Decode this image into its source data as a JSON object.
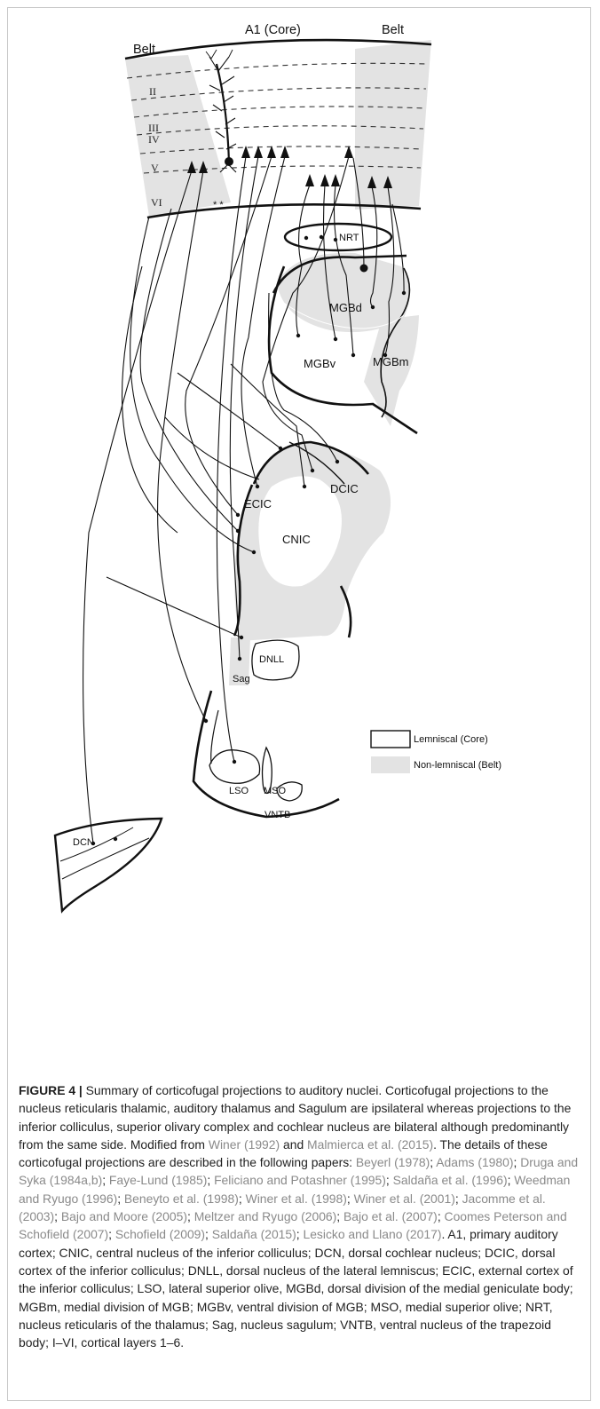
{
  "figure": {
    "labels": {
      "a1_core": "A1 (Core)",
      "belt_left": "Belt",
      "belt_right": "Belt",
      "layer_ii": "II",
      "layer_iii": "III",
      "layer_iv": "IV",
      "layer_v": "V",
      "layer_vi": "VI",
      "nrt": "NRT",
      "mgbd": "MGBd",
      "mgbm": "MGBm",
      "mgbv": "MGBv",
      "ecic": "ECIC",
      "dcic": "DCIC",
      "cnic": "CNIC",
      "dnll": "DNLL",
      "sag": "Sag",
      "lso": "LSO",
      "mso": "MSO",
      "vntb": "VNTB",
      "dcn": "DCN",
      "stars": "* *"
    },
    "legend": {
      "lemniscal": "Lemniscal (Core)",
      "non_lemniscal": "Non-lemniscal (Belt)"
    },
    "colors": {
      "belt_fill": "#e3e3e3",
      "line": "#111111",
      "reference_link": "#8a8a8a"
    }
  },
  "caption": {
    "figure_label": "FIGURE 4 |",
    "s1": " Summary of corticofugal projections to auditory nuclei. Corticofugal projections to the nucleus reticularis thalamic, auditory thalamus and Sagulum are ipsilateral whereas projections to the inferior colliculus, superior olivary complex and cochlear nucleus are bilateral although predominantly from the same side. Modified from ",
    "r1": "Winer (1992)",
    "s2": " and ",
    "r2": "Malmierca et al. (2015)",
    "s3": ". The details of these corticofugal projections are described in the following papers: ",
    "r3": "Beyerl (1978)",
    "r4": "Adams (1980)",
    "r5": "Druga and Syka (1984a,b)",
    "r6": "Faye-Lund (1985)",
    "r7": "Feliciano and Potashner (1995)",
    "r8": "Saldaña et al. (1996)",
    "r9": "Weedman and Ryugo (1996)",
    "r10": "Beneyto et al. (1998)",
    "r11": "Winer et al. (1998)",
    "r12": "Winer et al. (2001)",
    "r13": "Jacomme et al. (2003)",
    "r14": "Bajo and Moore (2005)",
    "r15": "Meltzer and Ryugo (2006)",
    "r16": "Bajo et al. (2007)",
    "r17": "Coomes Peterson and Schofield (2007)",
    "r18": "Schofield (2009)",
    "r19": "Saldaña (2015)",
    "r20": "Lesicko and Llano (2017)",
    "sep": "; ",
    "s4": ". A1, primary auditory cortex; CNIC, central nucleus of the inferior colliculus; DCN, dorsal cochlear nucleus; DCIC, dorsal cortex of the inferior colliculus; DNLL, dorsal nucleus of the lateral lemniscus; ECIC, external cortex of the inferior colliculus; LSO, lateral superior olive, MGBd, dorsal division of the medial geniculate body; MGBm, medial division of MGB; MGBv, ventral division of MGB; MSO, medial superior olive; NRT, nucleus reticularis of the thalamus; Sag, nucleus sagulum; VNTB, ventral nucleus of the trapezoid body; I–VI, cortical layers 1–6."
  }
}
